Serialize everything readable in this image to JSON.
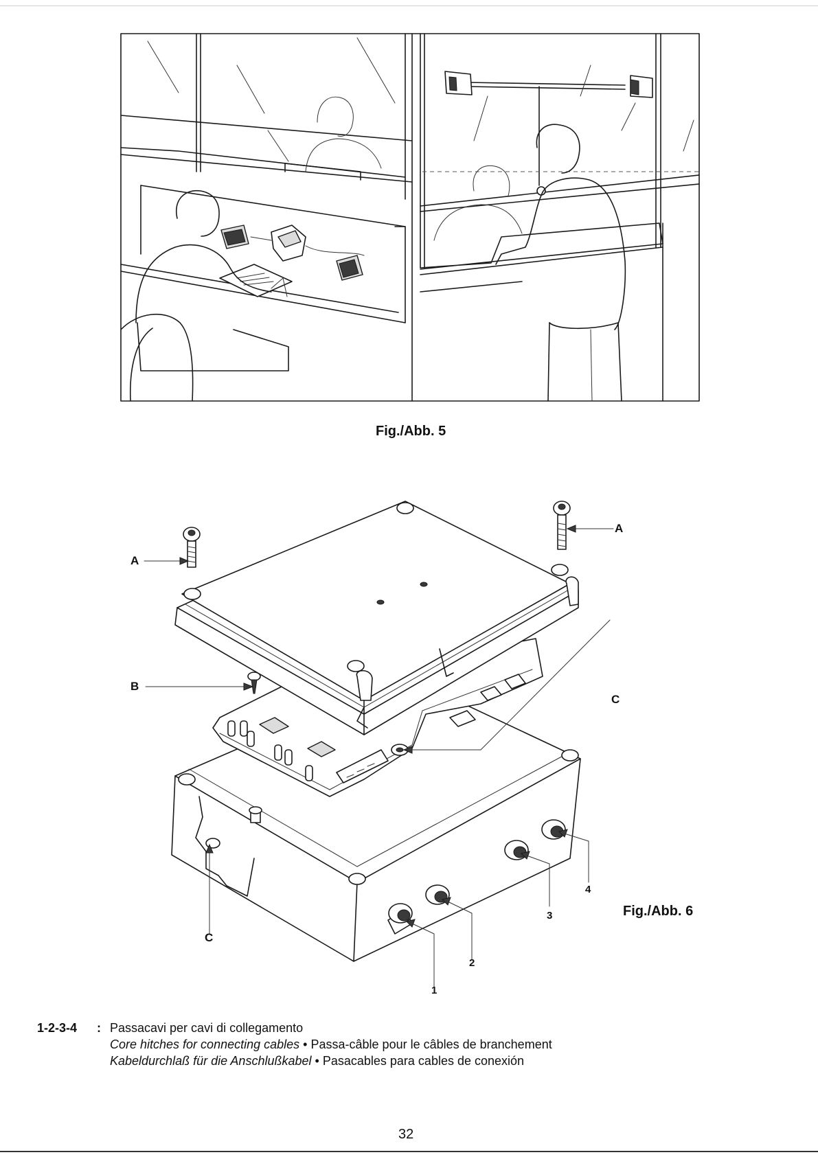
{
  "figures": {
    "fig5": {
      "caption": "Fig./Abb. 5"
    },
    "fig6": {
      "caption": "Fig./Abb. 6",
      "callouts": {
        "a_left": "A",
        "a_right": "A",
        "b": "B",
        "c_right": "C",
        "c_left": "C",
        "n1": "1",
        "n2": "2",
        "n3": "3",
        "n4": "4"
      }
    }
  },
  "legend": {
    "key": "1-2-3-4",
    "separator": ":",
    "it_text": "Passacavi per cavi di collegamento",
    "en_text": "Core hitches for connecting cables",
    "fr_text": "Passa-câble pour le câbles de branchement",
    "de_text": "Kabeldurchlaß für die Anschlußkabel",
    "es_text": "Pasacables para cables de conexión",
    "bullet": "•"
  },
  "page": {
    "number": "32"
  }
}
